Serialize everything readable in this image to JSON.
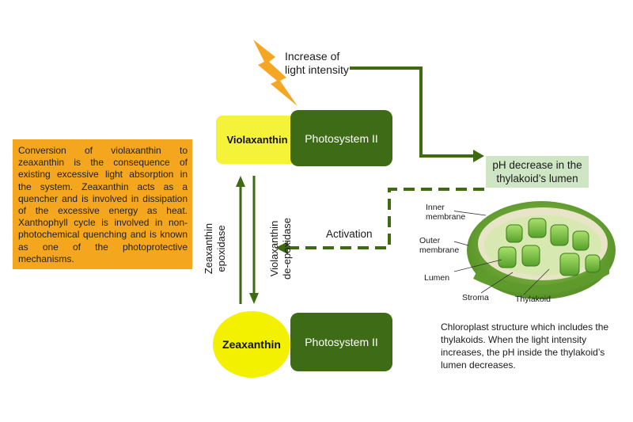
{
  "trigger": {
    "line1": "Increase of",
    "line2": "light intensity"
  },
  "photosystem": {
    "top": "Photosystem II",
    "bottom": "Photosystem II"
  },
  "pigments": {
    "violaxanthin": "Violaxanthin",
    "zeaxanthin": "Zeaxanthin"
  },
  "enzymes": {
    "epoxidase_line1": "Zeaxanthin",
    "epoxidase_line2": "epoxidase",
    "deepoxidase_line1": "Violaxanthin",
    "deepoxidase_line2": "de-epoxidase"
  },
  "ph_box": {
    "line1": "pH decrease in the",
    "line2": "thylakoid’s lumen"
  },
  "activation": "Activation",
  "info_text": "Conversion of violaxanthin to zeaxanthin is the consequence of existing excessive light absorption in the system. Zeaxanthin acts as a quencher and is involved in dissipation of the excessive energy as heat. Xanthophyll cycle is involved in non-photochemical quenching and is known as one of the photoprotective mechanisms.",
  "chloroplast_labels": {
    "inner_line1": "Inner",
    "inner_line2": "membrane",
    "outer_line1": "Outer",
    "outer_line2": "membrane",
    "lumen": "Lumen",
    "stroma": "Stroma",
    "thylakoid": "Thylakoid"
  },
  "caption": "Chloroplast structure which includes the thylakoids. When the light intensity increases, the pH inside the thylakoid’s lumen decreases.",
  "colors": {
    "dark_green": "#3d6b16",
    "arrow_green": "#3e6b12",
    "yellow": "#f5f23a",
    "orange": "#f4a61f",
    "light_green": "#cfe6c4",
    "lightning": "#f5a623"
  }
}
